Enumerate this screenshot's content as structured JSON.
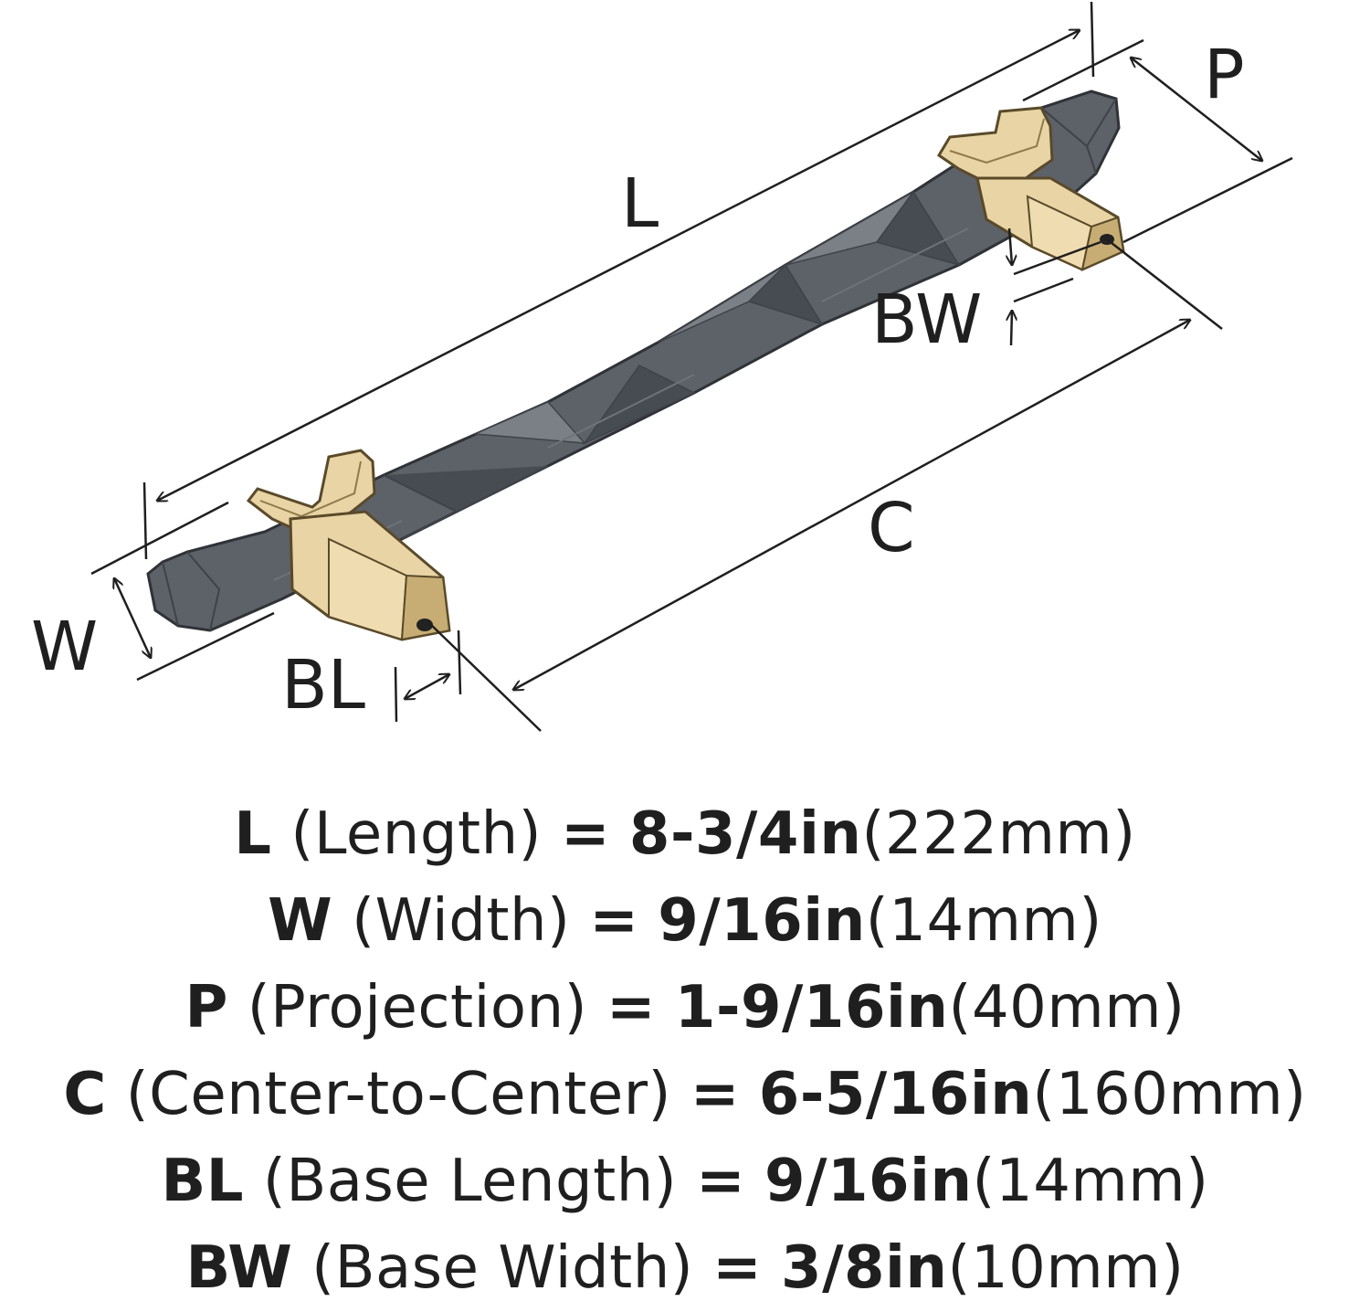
{
  "diagram": {
    "labels": {
      "L": "L",
      "P": "P",
      "BW": "BW",
      "C": "C",
      "W": "W",
      "BL": "BL"
    },
    "colors": {
      "bar": "#5d6168",
      "bar_dark": "#474b52",
      "bar_light": "#7b8087",
      "brass": "#e8d4a4",
      "brass_dark": "#c7ad74",
      "line": "#1f1f1f"
    }
  },
  "specs": [
    {
      "key": "L",
      "desc": "(Length)",
      "eq": "=",
      "value": "8-3/4in",
      "metric": "(222mm)"
    },
    {
      "key": "W",
      "desc": "(Width)",
      "eq": "=",
      "value": "9/16in",
      "metric": "(14mm)"
    },
    {
      "key": "P",
      "desc": "(Projection)",
      "eq": "=",
      "value": "1-9/16in",
      "metric": "(40mm)"
    },
    {
      "key": "C",
      "desc": "(Center-to-Center)",
      "eq": "=",
      "value": "6-5/16in",
      "metric": "(160mm)"
    },
    {
      "key": "BL",
      "desc": "(Base Length)",
      "eq": "=",
      "value": "9/16in",
      "metric": "(14mm)"
    },
    {
      "key": "BW",
      "desc": "(Base Width)",
      "eq": "=",
      "value": "3/8in",
      "metric": "(10mm)"
    }
  ]
}
